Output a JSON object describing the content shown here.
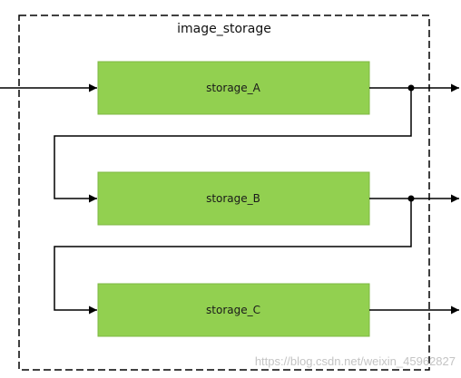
{
  "diagram": {
    "container_title": "image_storage",
    "boxes": [
      {
        "label": "storage_A"
      },
      {
        "label": "storage_B"
      },
      {
        "label": "storage_C"
      }
    ],
    "watermark": "https://blog.csdn.net/weixin_45962827"
  },
  "colors": {
    "box_fill": "#92d050",
    "box_stroke": "#7fb843",
    "line": "#000000",
    "container_border": "#000000"
  }
}
